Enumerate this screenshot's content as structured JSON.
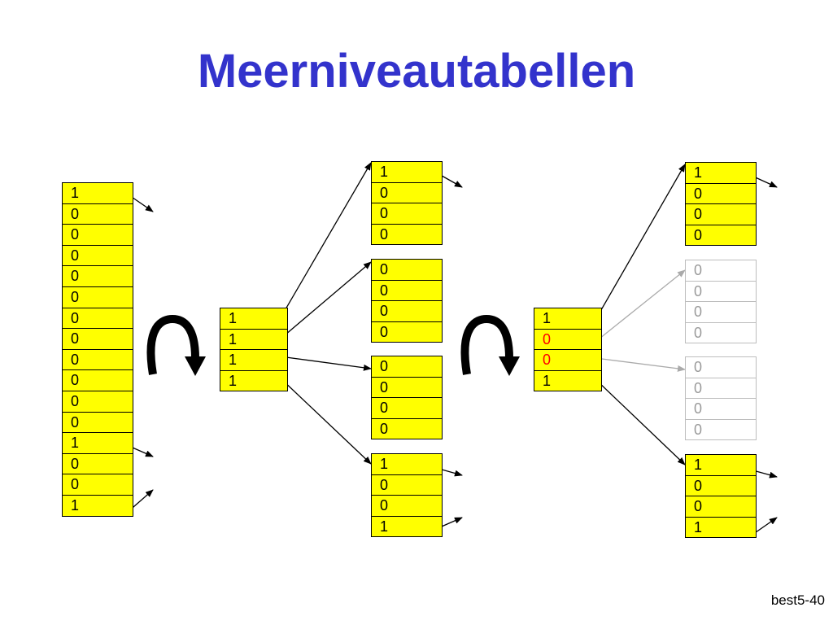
{
  "title": "Meerniveautabellen",
  "footer": "best5-40",
  "colors": {
    "title": "#3333cc",
    "cell_fill": "#ffff00",
    "faded_border": "#bdbdbd",
    "faded_text": "#9a9a9a",
    "highlight": "#ff0000",
    "faded_arrow": "#aaaaaa"
  },
  "tables": {
    "flat": [
      "1",
      "0",
      "0",
      "0",
      "0",
      "0",
      "0",
      "0",
      "0",
      "0",
      "0",
      "0",
      "1",
      "0",
      "0",
      "1"
    ],
    "top_a": [
      "1",
      "1",
      "1",
      "1"
    ],
    "sub_a1": [
      "1",
      "0",
      "0",
      "0"
    ],
    "sub_a2": [
      "0",
      "0",
      "0",
      "0"
    ],
    "sub_a3": [
      "0",
      "0",
      "0",
      "0"
    ],
    "sub_a4": [
      "1",
      "0",
      "0",
      "1"
    ],
    "top_b": [
      "1",
      "0",
      "0",
      "1"
    ],
    "sub_b1": [
      "1",
      "0",
      "0",
      "0"
    ],
    "sub_b2": [
      "0",
      "0",
      "0",
      "0"
    ],
    "sub_b3": [
      "0",
      "0",
      "0",
      "0"
    ],
    "sub_b4": [
      "1",
      "0",
      "0",
      "1"
    ]
  }
}
